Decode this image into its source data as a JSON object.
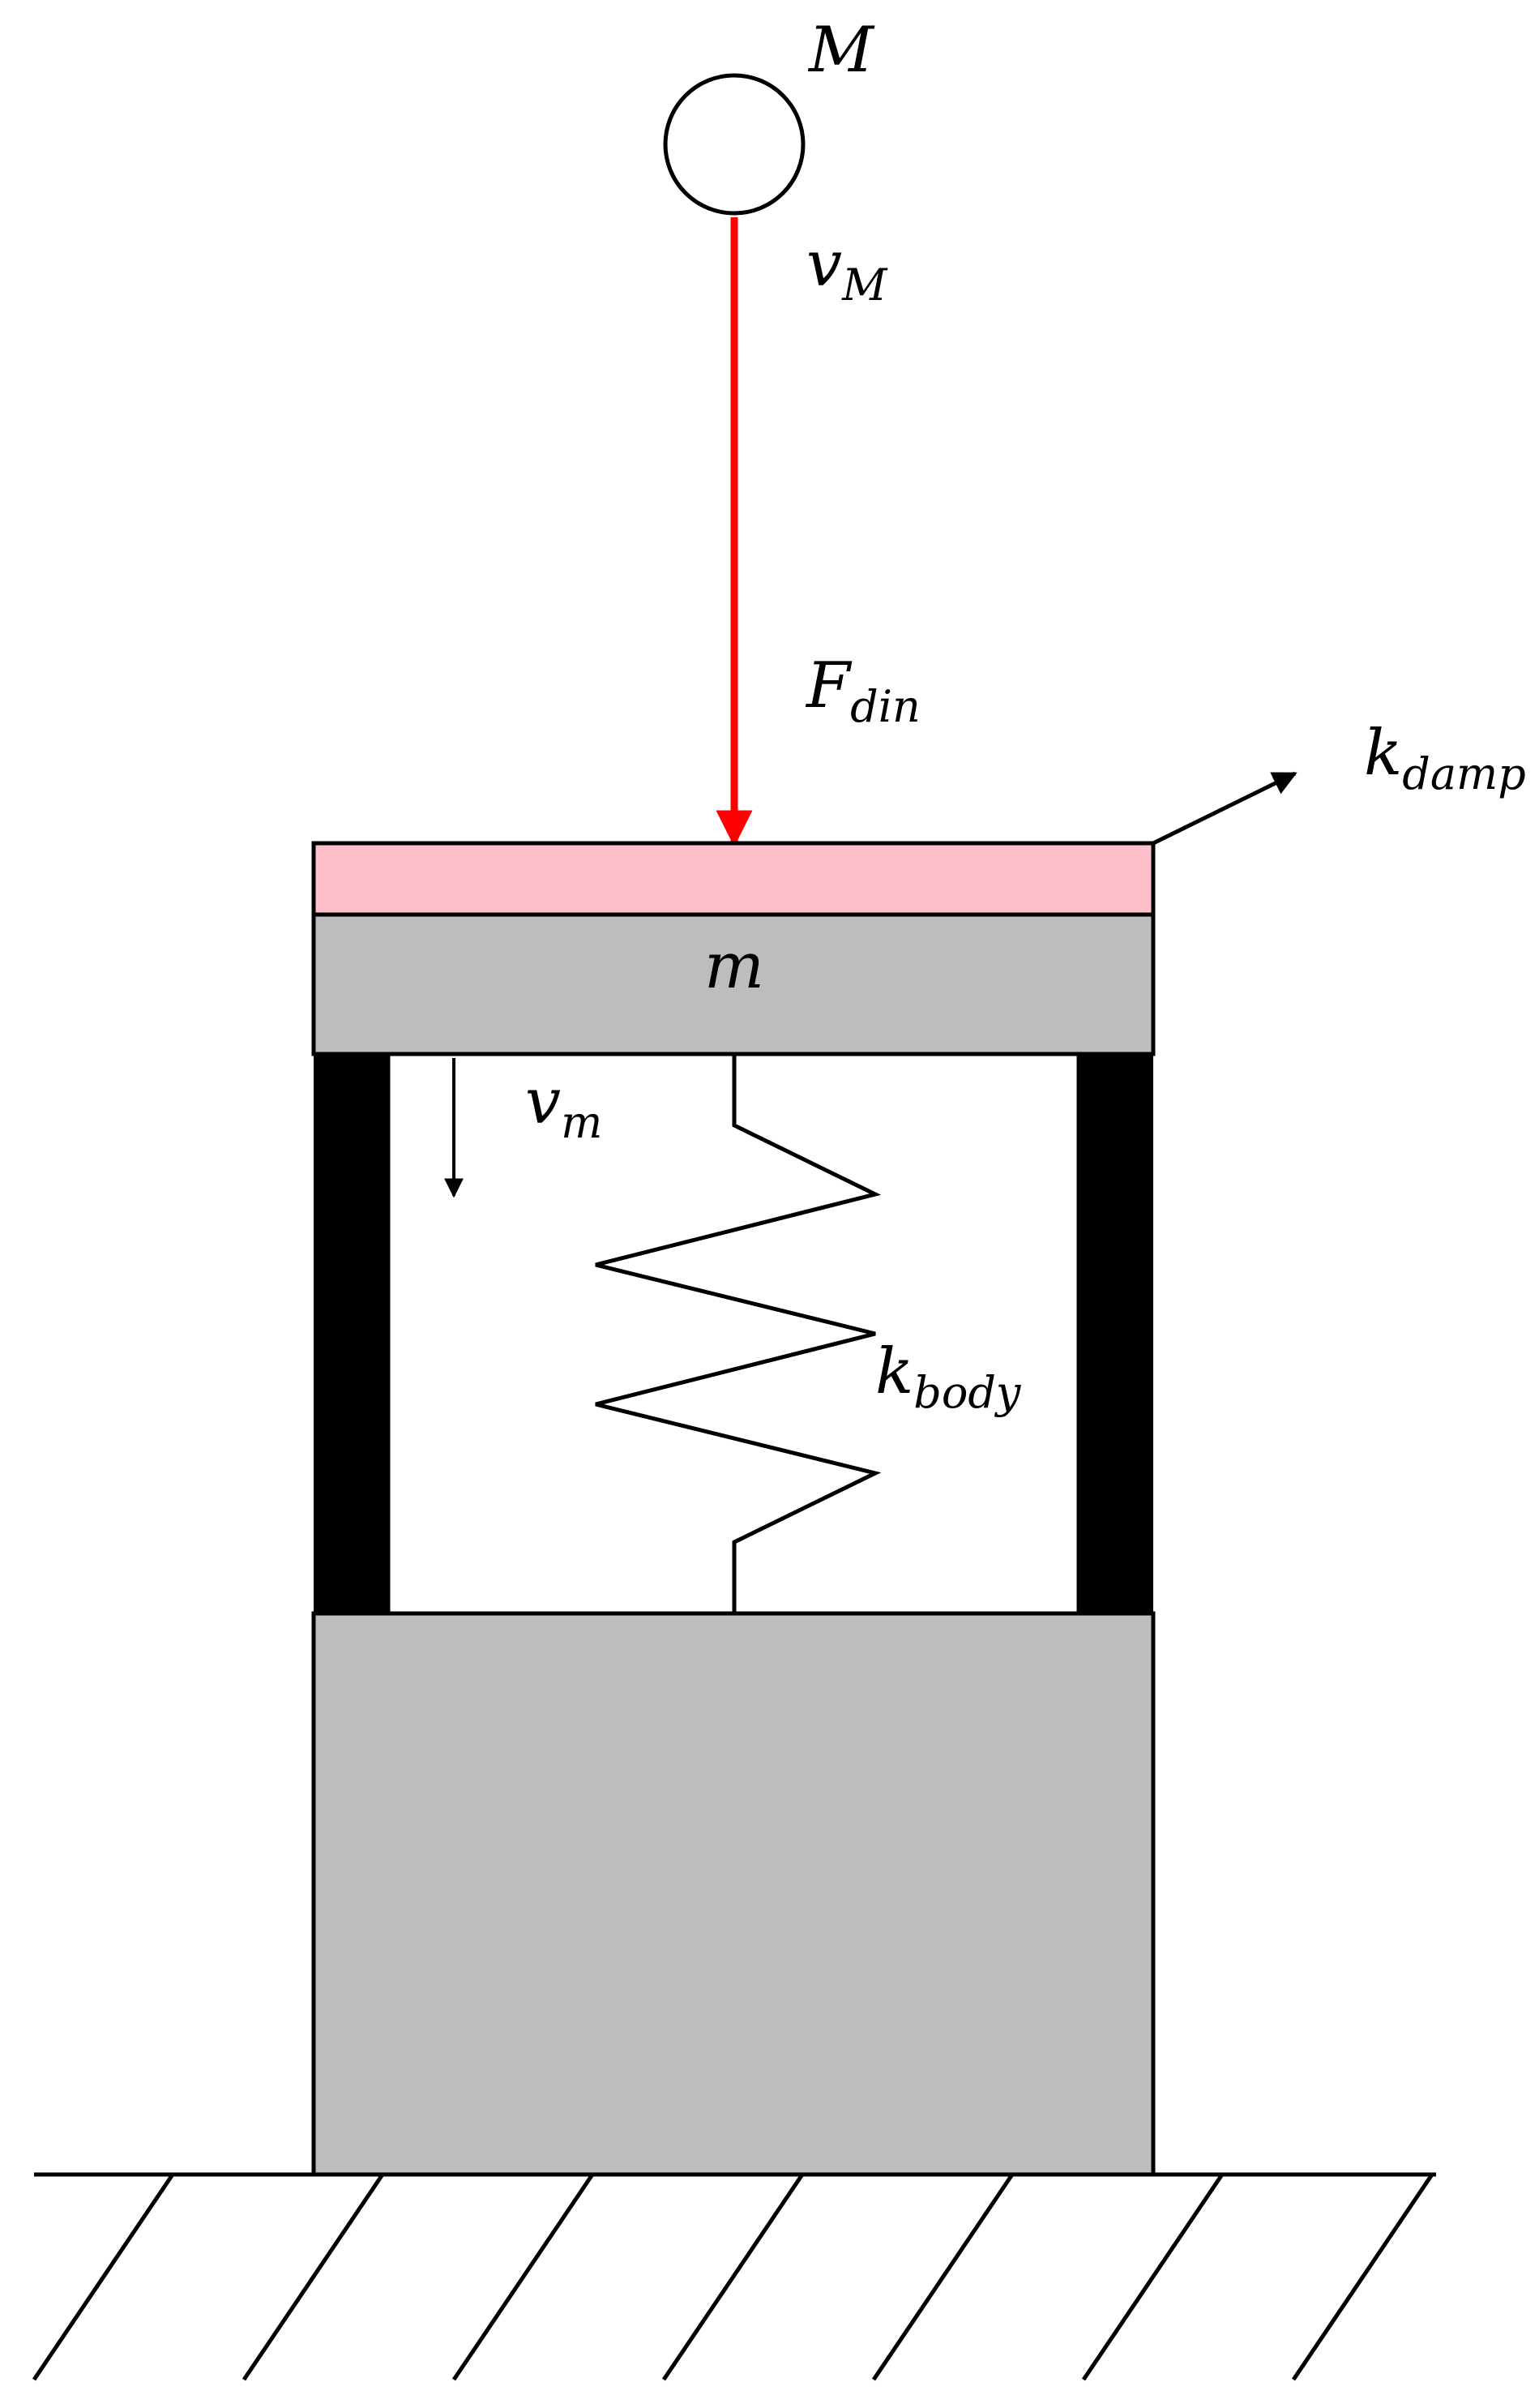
{
  "labels": {
    "ball_mass": "M",
    "ball_velocity": {
      "base": "v",
      "sub": "M"
    },
    "force": {
      "base": "F",
      "sub": "din"
    },
    "damper_stiffness": {
      "base": "k",
      "sub": "damp"
    },
    "mass": "m",
    "mass_velocity": {
      "base": "v",
      "sub": "m"
    },
    "body_stiffness": {
      "base": "k",
      "sub": "body"
    }
  },
  "colors": {
    "force_arrow": "#ff0000",
    "damper_pad": "#ffc0cb",
    "mass_block": "#bdbdbd",
    "base_block": "#bdbdbd",
    "side_walls": "#000000",
    "outline": "#000000"
  }
}
